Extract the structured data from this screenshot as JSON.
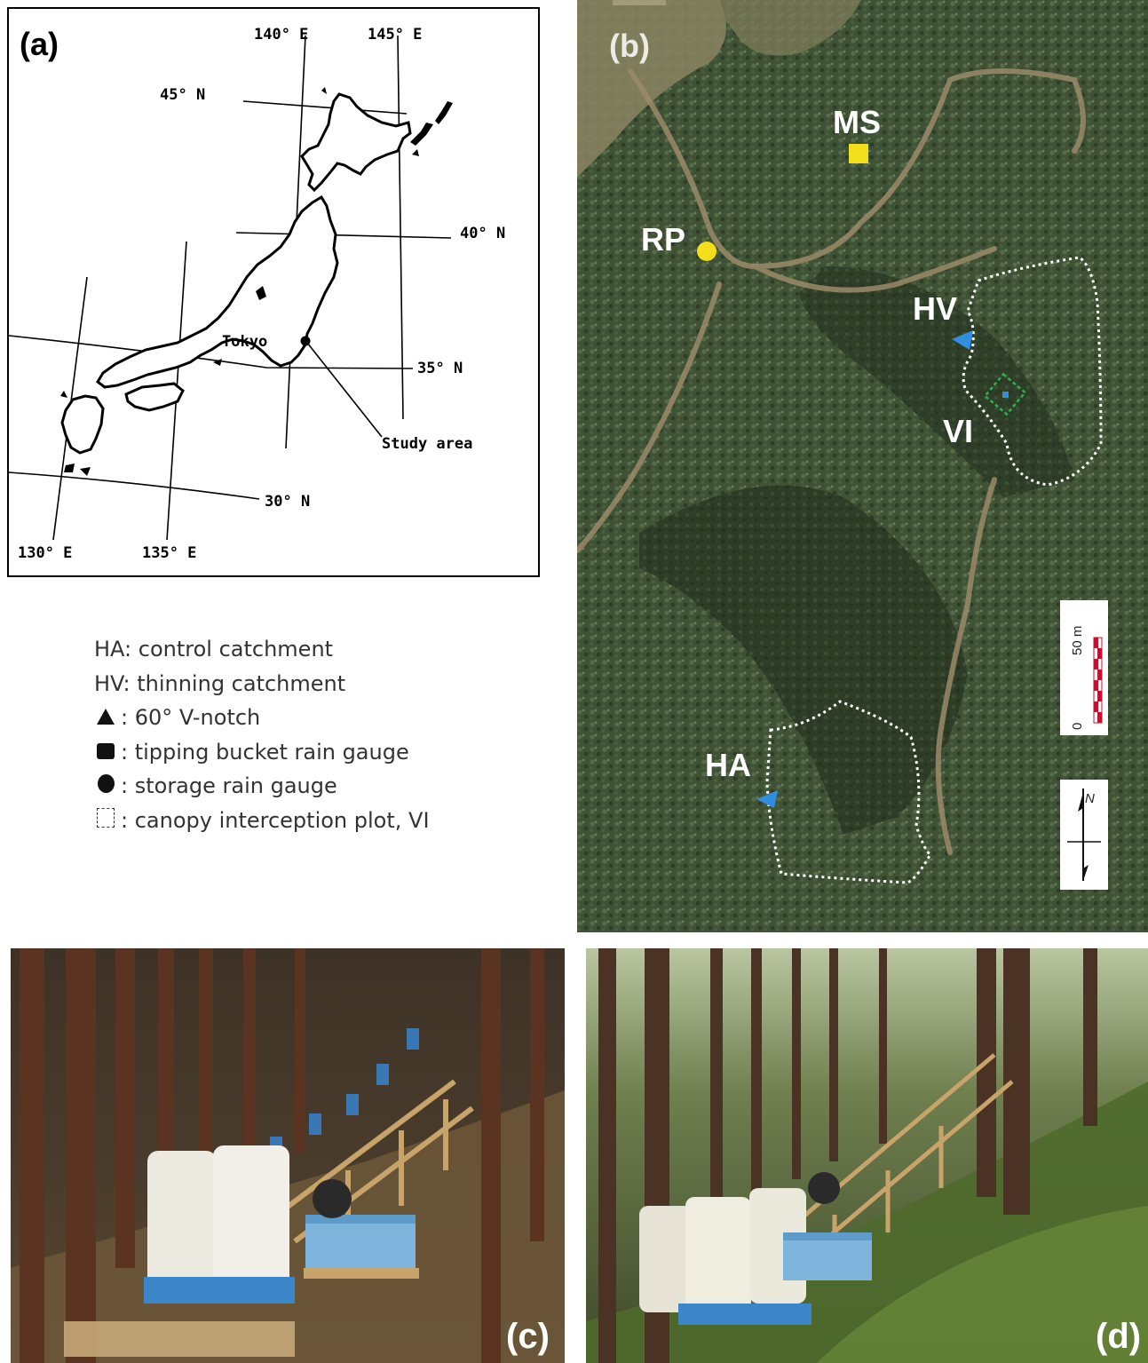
{
  "panel_a": {
    "letter": "(a)",
    "longitudes": [
      "130° E",
      "135° E",
      "140° E",
      "145° E"
    ],
    "latitudes": [
      "30° N",
      "35° N",
      "40° N",
      "45° N"
    ],
    "city_label": "Tokyo",
    "study_area_label": "Study area"
  },
  "legend": {
    "items": [
      {
        "symbol": "",
        "text": "HA: control catchment"
      },
      {
        "symbol": "",
        "text": "HV: thinning catchment"
      },
      {
        "symbol": "triangle",
        "text": ":  60°   V-notch"
      },
      {
        "symbol": "square",
        "text": ": tipping bucket rain gauge"
      },
      {
        "symbol": "circle",
        "text": ": storage rain gauge"
      },
      {
        "symbol": "dashed-box",
        "text": ": canopy interception plot, VI"
      }
    ]
  },
  "panel_b": {
    "letter": "(b)",
    "sites": {
      "ms": "MS",
      "rp": "RP",
      "hv": "HV",
      "vi": "VI",
      "ha": "HA"
    },
    "scale": {
      "zero": "0",
      "max": "50 m"
    },
    "north": "N"
  },
  "panel_c": {
    "letter": "(c)"
  },
  "panel_d": {
    "letter": "(d)"
  },
  "colors": {
    "rain_gauge_square": "#f2de1a",
    "rain_gauge_circle": "#f2de1a",
    "v_notch": "#2f8ee0",
    "plot_outline": "#2bb34a",
    "scale_bar_red": "#c8102e"
  }
}
